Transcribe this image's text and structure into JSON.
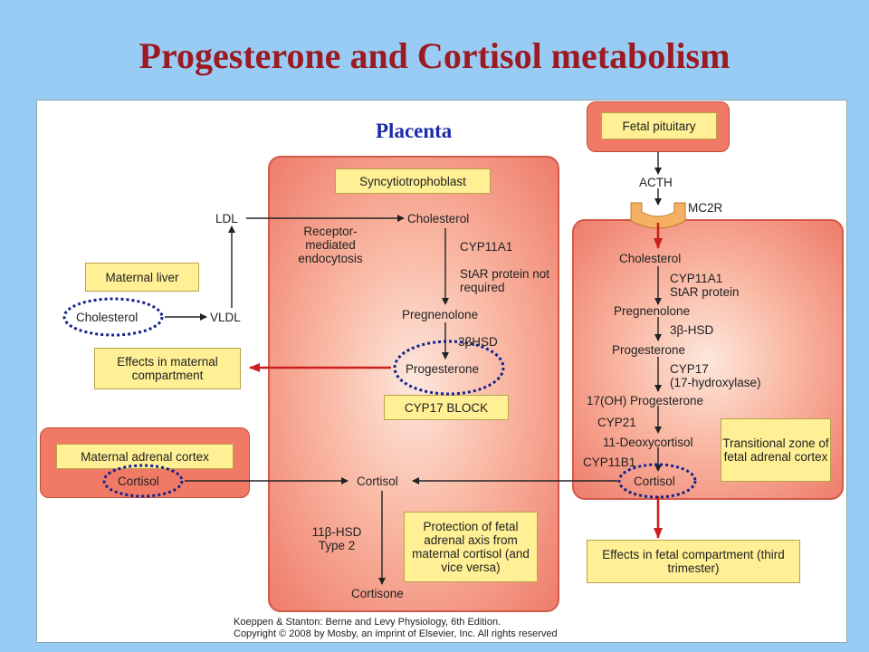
{
  "title": "Progesterone and Cortisol metabolism",
  "placenta_label": "Placenta",
  "boxes": {
    "syncytio": "Syncytiotrophoblast",
    "maternal_liver": "Maternal liver",
    "effects_maternal": "Effects in maternal compartment",
    "cyp17_block": "CYP17 BLOCK",
    "maternal_adrenal": "Maternal adrenal cortex",
    "fetal_pituitary": "Fetal pituitary",
    "transitional_zone": "Transitional zone of fetal adrenal cortex",
    "protection": "Protection of fetal adrenal axis from maternal cortisol (and vice versa)",
    "effects_fetal": "Effects in fetal compartment (third trimester)"
  },
  "labels": {
    "ldl": "LDL",
    "vldl": "VLDL",
    "maternal_cholesterol": "Cholesterol",
    "receptor": "Receptor-mediated endocytosis",
    "placenta_cholesterol": "Cholesterol",
    "cyp11a1_p": "CYP11A1",
    "star_not_required": "StAR protein not required",
    "pregnenolone_p": "Pregnenolone",
    "hsd_p": "3βHSD",
    "progesterone_p": "Progesterone",
    "maternal_cortisol": "Cortisol",
    "placenta_cortisol": "Cortisol",
    "hsd11": "11β-HSD Type 2",
    "cortisone": "Cortisone",
    "acth": "ACTH",
    "mc2r": "MC2R",
    "fetal_cholesterol": "Cholesterol",
    "cyp11a1_f": "CYP11A1",
    "star_f": "StAR protein",
    "pregnenolone_f": "Pregnenolone",
    "hsd_f": "3β-HSD",
    "progesterone_f": "Progesterone",
    "cyp17": "CYP17",
    "hydroxylase": "(17-hydroxylase)",
    "oh_progesterone": "17(OH) Progesterone",
    "cyp21": "CYP21",
    "deoxycortisol": "11-Deoxycortisol",
    "cyp11b1": "CYP11B1",
    "fetal_cortisol": "Cortisol"
  },
  "credit": {
    "line1": "Koeppen & Stanton: Berne and Levy Physiology, 6th Edition.",
    "line2": "Copyright © 2008 by Mosby, an imprint of Elsevier, Inc. All rights reserved"
  },
  "colors": {
    "title": "#9c1a22",
    "placenta_label": "#1c2aa8",
    "red_arrow": "#cc1f1f",
    "dotted_highlight": "#13238c"
  }
}
